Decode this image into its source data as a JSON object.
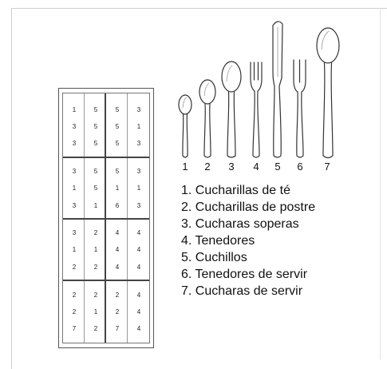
{
  "tray": {
    "sections": [
      {
        "rows": [
          [
            "1",
            "5",
            "5",
            "3"
          ],
          [
            "3",
            "5",
            "5",
            "1"
          ],
          [
            "3",
            "5",
            "5",
            "3"
          ]
        ]
      },
      {
        "rows": [
          [
            "3",
            "5",
            "5",
            "3"
          ],
          [
            "1",
            "5",
            "1",
            "1"
          ],
          [
            "3",
            "1",
            "6",
            "3"
          ]
        ]
      },
      {
        "rows": [
          [
            "3",
            "2",
            "4",
            "4"
          ],
          [
            "1",
            "1",
            "4",
            "4"
          ],
          [
            "2",
            "2",
            "4",
            "4"
          ]
        ]
      },
      {
        "rows": [
          [
            "2",
            "2",
            "2",
            "4"
          ],
          [
            "2",
            "1",
            "2",
            "4"
          ],
          [
            "7",
            "2",
            "7",
            "4"
          ]
        ]
      }
    ]
  },
  "cutlery": {
    "numbers": [
      "1",
      "2",
      "3",
      "4",
      "5",
      "6",
      "7"
    ]
  },
  "legend": {
    "items": [
      "1. Cucharillas de té",
      "2. Cucharillas de postre",
      "3. Cucharas soperas",
      "4. Tenedores",
      "5. Cuchillos",
      "6. Tenedores de servir",
      "7. Cucharas de servir"
    ]
  }
}
